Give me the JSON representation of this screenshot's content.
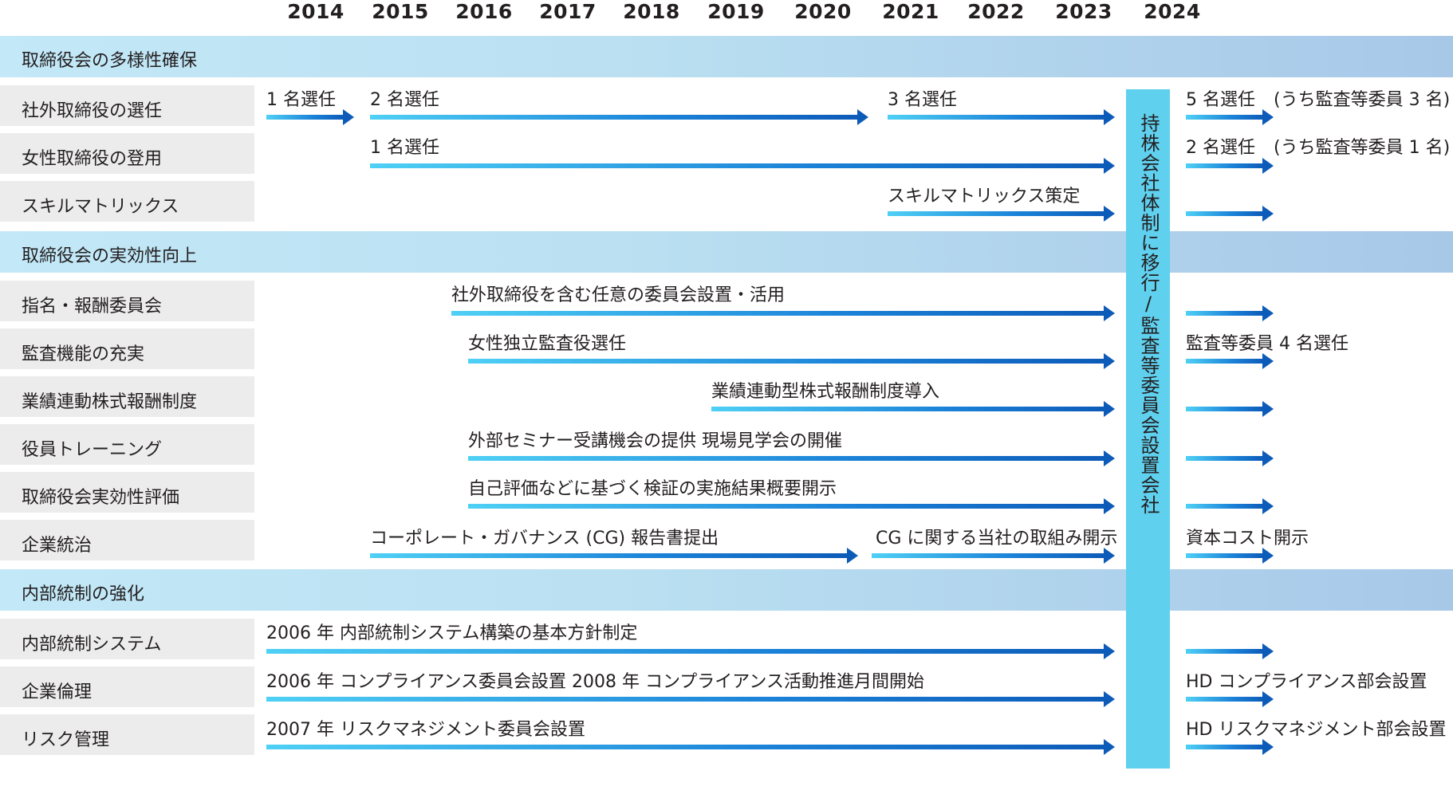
{
  "years": [
    "2014",
    "2015",
    "2016",
    "2017",
    "2018",
    "2019",
    "2020",
    "2021",
    "2022",
    "2023",
    "2024"
  ],
  "sections": [
    {
      "title": "取締役会の多様性確保"
    },
    {
      "title": "取締役会の実効性向上"
    },
    {
      "title": "内部統制の強化"
    }
  ],
  "rows": [
    {
      "label": "社外取締役の選任",
      "notes": [
        "1 名選任",
        "2 名選任",
        "3 名選任",
        "5 名選任",
        "(うち監査等委員 3 名)"
      ]
    },
    {
      "label": "女性取締役の登用",
      "notes": [
        "1 名選任",
        "2 名選任",
        "(うち監査等委員 1 名)"
      ]
    },
    {
      "label": "スキルマトリックス",
      "notes": [
        "スキルマトリックス策定"
      ]
    },
    {
      "label": "指名・報酬委員会",
      "notes": [
        "社外取締役を含む任意の委員会設置・活用"
      ]
    },
    {
      "label": "監査機能の充実",
      "notes": [
        "女性独立監査役選任",
        "監査等委員 4 名選任"
      ]
    },
    {
      "label": "業績連動株式報酬制度",
      "notes": [
        "業績連動型株式報酬制度導入"
      ]
    },
    {
      "label": "役員トレーニング",
      "notes": [
        "外部セミナー受講機会の提供 現場見学会の開催"
      ]
    },
    {
      "label": "取締役会実効性評価",
      "notes": [
        "自己評価などに基づく検証の実施結果概要開示"
      ]
    },
    {
      "label": "企業統治",
      "notes": [
        "コーポレート・ガバナンス (CG) 報告書提出",
        "CG に関する当社の取組み開示",
        "資本コスト開示"
      ]
    },
    {
      "label": "内部統制システム",
      "notes": [
        "2006 年 内部統制システム構築の基本方針制定"
      ]
    },
    {
      "label": "企業倫理",
      "notes": [
        "2006 年 コンプライアンス委員会設置 2008 年 コンプライアンス活動推進月間開始",
        "HD コンプライアンス部会設置"
      ]
    },
    {
      "label": "リスク管理",
      "notes": [
        "2007 年 リスクマネジメント委員会設置",
        "HD リスクマネジメント部会設置"
      ]
    }
  ],
  "transition": {
    "text": "持株会社体制に移行/監査等委員会設置会社"
  },
  "colors": {
    "arrow_start": "#4fd0f5",
    "arrow_end": "#0d5bb8",
    "section_band": "#bde4f5",
    "label_box": "#ececec",
    "transition_band": "#5fd0ee"
  }
}
